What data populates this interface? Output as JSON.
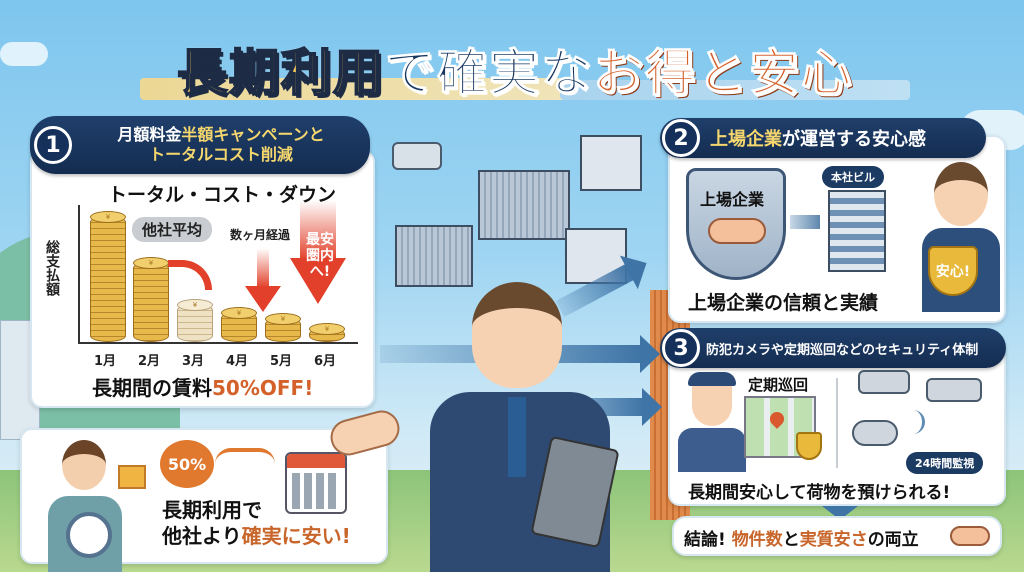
{
  "title": {
    "part1": "長期利用",
    "part2": "で確実な",
    "part3": "お得と安心"
  },
  "section1": {
    "number": "1",
    "heading_line1_white": "月額料金",
    "heading_line1_yellow": "半額キャンペーンと",
    "heading_line2_yellow": "トータルコスト削減",
    "chart_title": "トータル・コスト・ダウン",
    "y_axis_label": "総支払額",
    "competitor_tag": "他社平均",
    "months_elapsed_label": "数ヶ月経過",
    "cheapest_label": "最安圏内へ!",
    "footer_black": "長期間の賃料",
    "footer_orange": "50%OFF!"
  },
  "chart_data": {
    "type": "bar",
    "title": "トータル・コスト・ダウン",
    "xlabel": "",
    "ylabel": "総支払額",
    "categories": [
      "1月",
      "2月",
      "3月",
      "4月",
      "5月",
      "6月"
    ],
    "values": [
      100,
      62,
      32,
      22,
      16,
      8
    ],
    "annotations": [
      "他社平均",
      "数ヶ月経過",
      "最安圏内へ!"
    ]
  },
  "section1_bottom": {
    "badge": "50%",
    "line1": "長期利用で",
    "line2_black": "他社より",
    "line2_orange": "確実に安い!"
  },
  "section2": {
    "number": "2",
    "heading_yellow": "上場企業",
    "heading_white": "が運営する安心感",
    "shield_label": "上場企業",
    "building_tag": "本社ビル",
    "badge": "安心!",
    "caption": "上場企業の信頼と実績"
  },
  "section3": {
    "number": "3",
    "heading": "防犯カメラや定期巡回などのセキュリティ体制",
    "patrol_label": "定期巡回",
    "monitor_tag": "24時間監視",
    "caption": "長期間安心して荷物を預けられる!"
  },
  "conclusion": {
    "prefix": "結論!",
    "orange1": "物件数",
    "mid": "と",
    "orange2": "実質安さ",
    "suffix": "の両立"
  },
  "colors": {
    "navy": "#16365f",
    "gold": "#f6c95a",
    "orange": "#d4602a",
    "red": "#e2402a",
    "sky": "#7ec6ee"
  }
}
